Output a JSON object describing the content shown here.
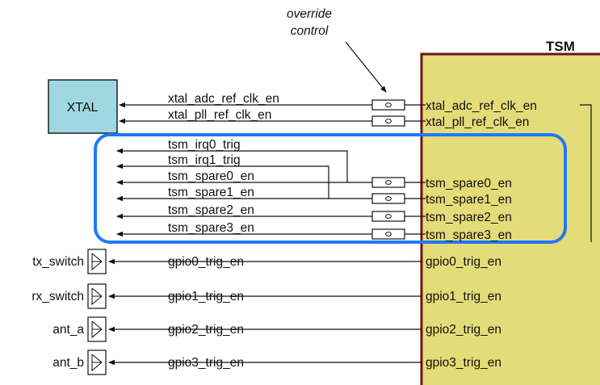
{
  "annotation": {
    "line1": "override",
    "line2": "control"
  },
  "tsm": {
    "title": "TSM",
    "fill": "#e4dc78",
    "border": "#6e1414"
  },
  "xtal": {
    "label": "XTAL",
    "fill": "#9fd8e0"
  },
  "highlight_color": "#1e78ff",
  "xtal_signals": [
    {
      "name": "xtal_adc_ref_clk_en",
      "pin": "xtal_adc_ref_clk_en"
    },
    {
      "name": "xtal_pll_ref_clk_en",
      "pin": "xtal_pll_ref_clk_en"
    }
  ],
  "trig_signals": [
    {
      "name": "tsm_irq0_trig"
    },
    {
      "name": "tsm_irq1_trig"
    }
  ],
  "spare_signals": [
    {
      "name": "tsm_spare0_en",
      "pin": "tsm_spare0_en"
    },
    {
      "name": "tsm_spare1_en",
      "pin": "tsm_spare1_en"
    },
    {
      "name": "tsm_spare2_en",
      "pin": "tsm_spare2_en"
    },
    {
      "name": "tsm_spare3_en",
      "pin": "tsm_spare3_en"
    }
  ],
  "gpio_rows": [
    {
      "device": "tx_switch",
      "signal": "gpio0_trig_en",
      "pin": "gpio0_trig_en"
    },
    {
      "device": "rx_switch",
      "signal": "gpio1_trig_en",
      "pin": "gpio1_trig_en"
    },
    {
      "device": "ant_a",
      "signal": "gpio2_trig_en",
      "pin": "gpio2_trig_en"
    },
    {
      "device": "ant_b",
      "signal": "gpio3_trig_en",
      "pin": "gpio3_trig_en"
    }
  ]
}
